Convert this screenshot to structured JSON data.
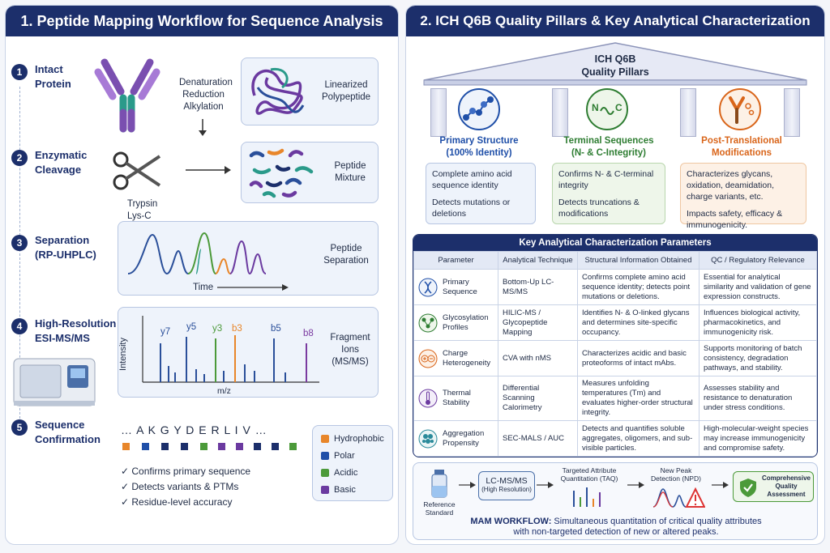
{
  "left": {
    "title": "1. Peptide Mapping Workflow for Sequence Analysis",
    "steps": [
      {
        "num": "1",
        "title": "Intact Protein",
        "t1": "Intact",
        "t2": "Protein"
      },
      {
        "num": "2",
        "title": "Enzymatic Cleavage",
        "t1": "Enzymatic",
        "t2": "Cleavage"
      },
      {
        "num": "3",
        "title": "Separation (RP-UHPLC)",
        "t1": "Separation",
        "t2": "(RP-UHPLC)"
      },
      {
        "num": "4",
        "title": "High-Resolution ESI-MS/MS",
        "t1": "High-Resolution",
        "t2": "ESI-MS/MS"
      },
      {
        "num": "5",
        "title": "Sequence Confirmation",
        "t1": "Sequence",
        "t2": "Confirmation"
      }
    ],
    "treatment": [
      "Denaturation",
      "Reduction",
      "Alkylation"
    ],
    "linearized": [
      "Linearized",
      "Polypeptide"
    ],
    "enzymes": [
      "Trypsin",
      "Lys-C"
    ],
    "peptide_mix": [
      "Peptide",
      "Mixture"
    ],
    "separation": [
      "Peptide",
      "Separation"
    ],
    "time_label": "Time",
    "intensity_label": "Intensity",
    "mz_label": "m/z",
    "ion_labels": [
      {
        "text": "y7",
        "color": "#2a4f9a"
      },
      {
        "text": "y5",
        "color": "#2a4f9a"
      },
      {
        "text": "y3",
        "color": "#4c9a3a"
      },
      {
        "text": "b3",
        "color": "#e8862a"
      },
      {
        "text": "b5",
        "color": "#2a4f9a"
      },
      {
        "text": "b8",
        "color": "#7a3aa0"
      }
    ],
    "fragment": [
      "Fragment",
      "Ions",
      "(MS/MS)"
    ],
    "sequence": "… A K G Y D E R L I V …",
    "legend": [
      {
        "label": "Hydrophobic",
        "color": "#e8862a"
      },
      {
        "label": "Polar",
        "color": "#1f4fa8"
      },
      {
        "label": "Acidic",
        "color": "#4c9a3a"
      },
      {
        "label": "Basic",
        "color": "#6b3aa0"
      }
    ],
    "checks": [
      "✓ Confirms primary sequence",
      "✓ Detects variants & PTMs",
      "✓ Residue-level accuracy"
    ]
  },
  "right": {
    "title": "2. ICH Q6B Quality Pillars & Key Analytical Characterization",
    "roof": [
      "ICH Q6B",
      "Quality Pillars"
    ],
    "pillars": [
      {
        "h1": "Primary Structure",
        "h2": "(100% Identity)",
        "color": "#1f4fa8",
        "p1": "Complete amino acid sequence identity",
        "p2": "Detects mutations or deletions",
        "bg": "#eef3fb",
        "border": "#b7c6e2"
      },
      {
        "h1": "Terminal Sequences",
        "h2": "(N- & C-Integrity)",
        "color": "#2e7d32",
        "p1": "Confirms N- & C-terminal integrity",
        "p2": "Detects truncations & modifications",
        "bg": "#eef6ea",
        "border": "#b9d6ad"
      },
      {
        "h1": "Post-Translational",
        "h2": "Modifications",
        "color": "#d9651a",
        "p1": "Characterizes glycans, oxidation, deamidation, charge variants, etc.",
        "p2": "Impacts safety, efficacy & immunogenicity.",
        "bg": "#fdf1e6",
        "border": "#efc7a2"
      }
    ],
    "nc_text": "N",
    "c_text": "C",
    "table_title": "Key Analytical Characterization Parameters",
    "headers": [
      "Parameter",
      "Analytical Technique",
      "Structural Information Obtained",
      "QC / Regulatory Relevance"
    ],
    "rows": [
      {
        "param": "Primary Sequence",
        "tech": "Bottom-Up LC-MS/MS",
        "info": "Confirms complete amino acid sequence identity; detects point mutations or deletions.",
        "qc": "Essential for analytical similarity and validation of gene expression constructs.",
        "icon": "dna-icon"
      },
      {
        "param": "Glycosylation Profiles",
        "tech": "HILIC-MS / Glycopeptide Mapping",
        "info": "Identifies N- & O-linked glycans and determines site-specific occupancy.",
        "qc": "Influences biological activity, pharmacokinetics, and immunogenicity risk.",
        "icon": "glycan-icon"
      },
      {
        "param": "Charge Heterogeneity",
        "tech": "CVA with nMS",
        "info": "Characterizes acidic and basic proteoforms of intact mAbs.",
        "qc": "Supports monitoring of batch consistency, degradation pathways, and stability.",
        "icon": "charge-icon"
      },
      {
        "param": "Thermal Stability",
        "tech": "Differential Scanning Calorimetry",
        "info": "Measures unfolding temperatures (Tm) and evaluates higher-order structural integrity.",
        "qc": "Assesses stability and resistance to denaturation under stress conditions.",
        "icon": "thermometer-icon"
      },
      {
        "param": "Aggregation Propensity",
        "tech": "SEC-MALS / AUC",
        "info": "Detects and quantifies soluble aggregates, oligomers, and sub-visible particles.",
        "qc": "High-molecular-weight species may increase immunogenicity and compromise safety.",
        "icon": "aggregate-icon"
      }
    ],
    "mam": {
      "ref": [
        "Reference",
        "Standard"
      ],
      "lcms": "LC-MS/MS",
      "lcms_sub": "(High Resolution)",
      "taq": [
        "Targeted Attribute",
        "Quantitation (TAQ)"
      ],
      "npd": [
        "New Peak",
        "Detection (NPD)"
      ],
      "assess": [
        "Comprehensive",
        "Quality",
        "Assessment"
      ],
      "workflow_label": "MAM WORKFLOW:",
      "workflow_text": " Simultaneous quantitation of critical quality attributes",
      "workflow_text2": "with non-targeted detection of new or altered peaks."
    }
  }
}
